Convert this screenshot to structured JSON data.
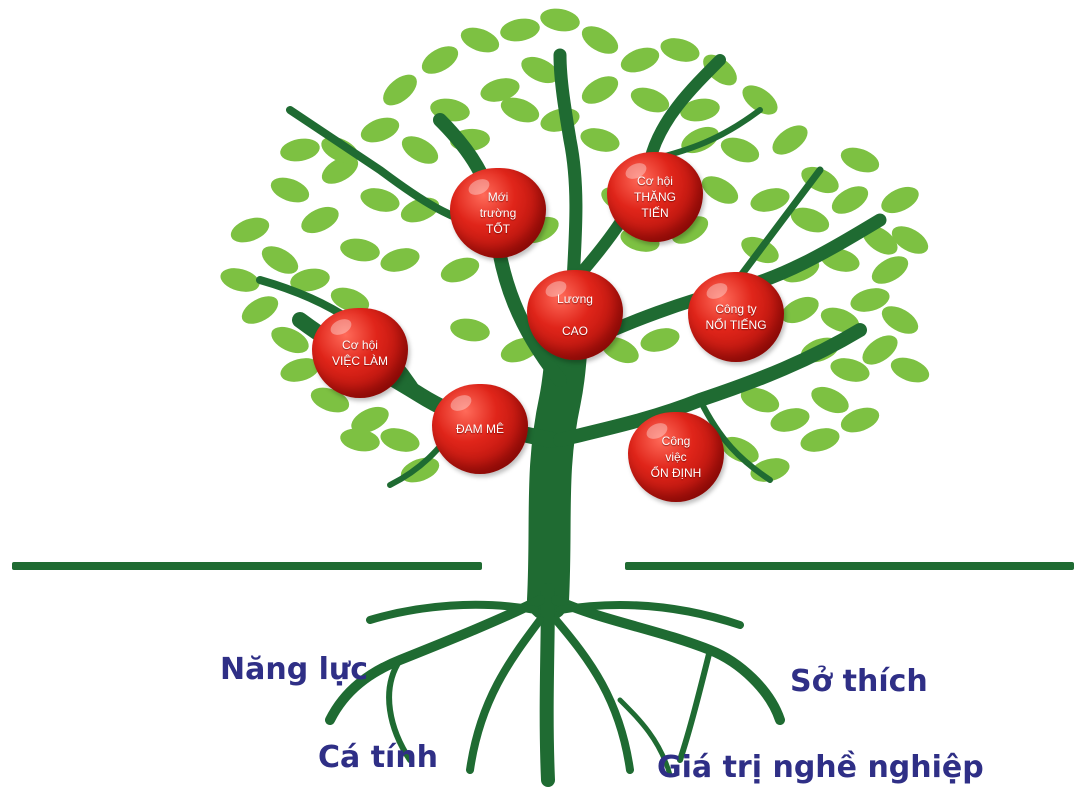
{
  "colors": {
    "trunk": "#1f6b32",
    "leaf": "#7dc142",
    "apple": "#d71f14",
    "root_text": "#2f2f86"
  },
  "apples": [
    {
      "id": "moi-truong-tot",
      "label": "Mới\ntrường\nTỐT"
    },
    {
      "id": "co-hoi-thang-tien",
      "label": "Cơ hội\nTHĂNG\nTIẾN"
    },
    {
      "id": "luong-cao",
      "label": "Lương\n\nCAO"
    },
    {
      "id": "cong-ty-noi-tieng",
      "label": "Công ty\nNỔI TIẾNG"
    },
    {
      "id": "co-hoi-viec-lam",
      "label": "Cơ hội\nVIỆC LÀM"
    },
    {
      "id": "dam-me",
      "label": "ĐAM MÊ"
    },
    {
      "id": "cong-viec-on-dinh",
      "label": "Công\nviệc\nỔN ĐỊNH"
    }
  ],
  "roots": {
    "nang_luc": "Năng lực",
    "ca_tinh": "Cá tính",
    "so_thich": "Sở thích",
    "gia_tri": "Giá trị nghề nghiệp"
  }
}
